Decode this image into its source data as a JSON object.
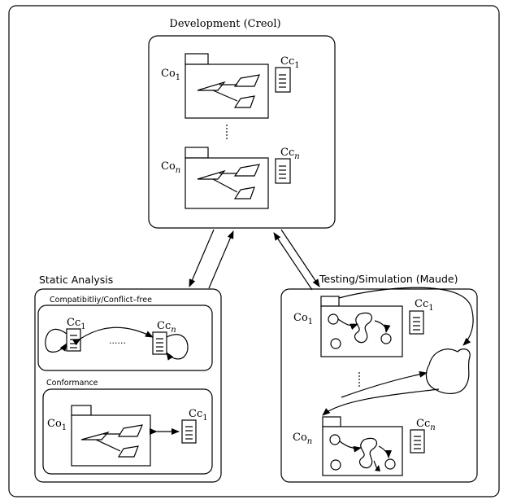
{
  "development": {
    "title": "Development (Creol)",
    "component_top": "Co",
    "component_top_sub": "1",
    "contract_top": "Cc",
    "contract_top_sub": "1",
    "component_bottom": "Co",
    "component_bottom_sub": "n",
    "contract_bottom": "Cc",
    "contract_bottom_sub": "n"
  },
  "static_analysis": {
    "title": "Static Analysis",
    "compat_title": "Compatibitliy/Conflict–free",
    "compat_left_contract": "Cc",
    "compat_left_sub": "1",
    "compat_right_contract": "Cc",
    "compat_right_sub": "n",
    "compat_dots": "······",
    "conformance_title": "Conformance",
    "conf_component": "Co",
    "conf_component_sub": "1",
    "conf_contract": "Cc",
    "conf_contract_sub": "1"
  },
  "testing": {
    "title": "Testing/Simulation (Maude)",
    "component_top": "Co",
    "component_top_sub": "1",
    "contract_top": "Cc",
    "contract_top_sub": "1",
    "component_bottom": "Co",
    "component_bottom_sub": "n",
    "contract_bottom": "Cc",
    "contract_bottom_sub": "n"
  }
}
